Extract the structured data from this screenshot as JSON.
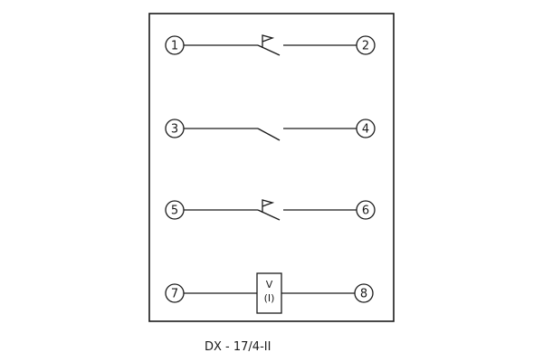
{
  "diagram": {
    "model_label": "DX - 17/4-II",
    "terminals": {
      "t1": "1",
      "t2": "2",
      "t3": "3",
      "t4": "4",
      "t5": "5",
      "t6": "6",
      "t7": "7",
      "t8": "8"
    },
    "coil": {
      "line1": "V",
      "line2": "(I)"
    },
    "contacts": [
      {
        "id": "contact-1-2",
        "type": "latching-contact",
        "from": "1",
        "to": "2"
      },
      {
        "id": "contact-3-4",
        "type": "normally-open-contact",
        "from": "3",
        "to": "4"
      },
      {
        "id": "contact-5-6",
        "type": "latching-contact",
        "from": "5",
        "to": "6"
      }
    ],
    "colors": {
      "line": "#1a1a1a",
      "background": "#ffffff"
    }
  }
}
